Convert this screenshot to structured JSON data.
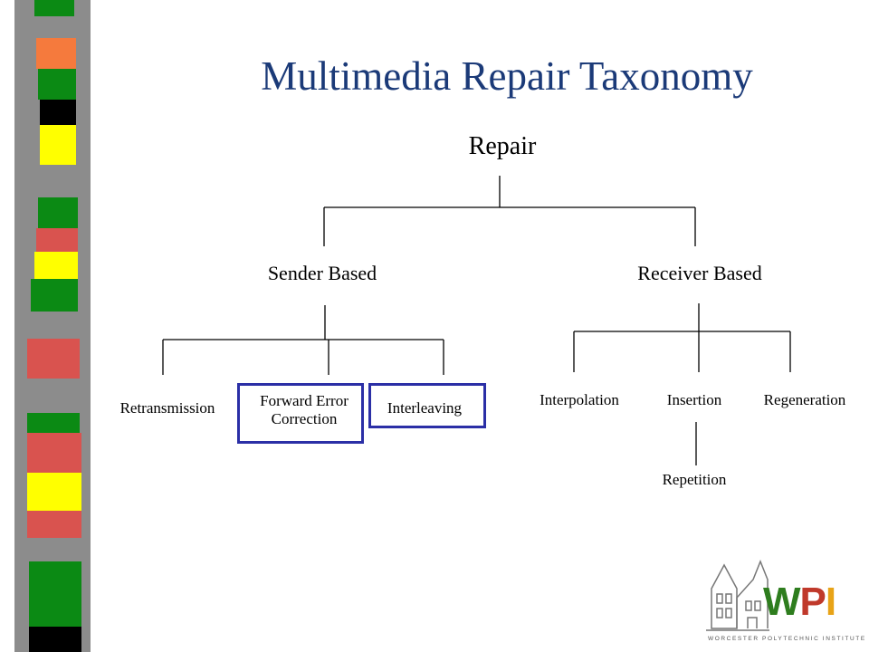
{
  "slide": {
    "title": "Multimedia Repair Taxonomy"
  },
  "colors": {
    "title": "#1b3a78",
    "highlight_box": "#2b2fa6",
    "sidebar_gray": "#8c8c8c",
    "green": "#0b8a14",
    "red": "#d9534f",
    "yellow": "#ffff00",
    "orange": "#f57a3d",
    "black": "#000000"
  },
  "tree": {
    "root": "Repair",
    "sender": {
      "label": "Sender Based",
      "children": [
        "Retransmission",
        "Forward Error Correction",
        "Interleaving"
      ]
    },
    "receiver": {
      "label": "Receiver Based",
      "children": [
        "Interpolation",
        "Insertion",
        "Regeneration"
      ],
      "insertion_child": "Repetition"
    },
    "highlighted": [
      "Forward Error Correction",
      "Interleaving"
    ]
  },
  "logo": {
    "text": "WPI",
    "subtitle": "WORCESTER POLYTECHNIC INSTITUTE"
  }
}
